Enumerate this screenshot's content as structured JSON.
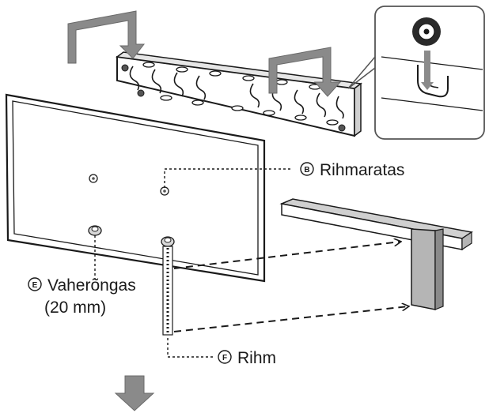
{
  "labels": {
    "pulley": {
      "letter": "B",
      "text": "Rihmaratas"
    },
    "spacer": {
      "letter": "E",
      "text": "Vaherõngas",
      "size": "(20 mm)"
    },
    "belt": {
      "letter": "F",
      "text": "Rihm"
    }
  },
  "colors": {
    "line": "#1a1a1a",
    "arrow_fill": "#8a8a8a",
    "panel_fill": "#ffffff",
    "shade": "#b5b5b5",
    "light_shade": "#d8d8d8"
  },
  "icons": {
    "main_arrow_down": "arrow-down-icon",
    "detail_inset": "hook-detail-icon"
  }
}
